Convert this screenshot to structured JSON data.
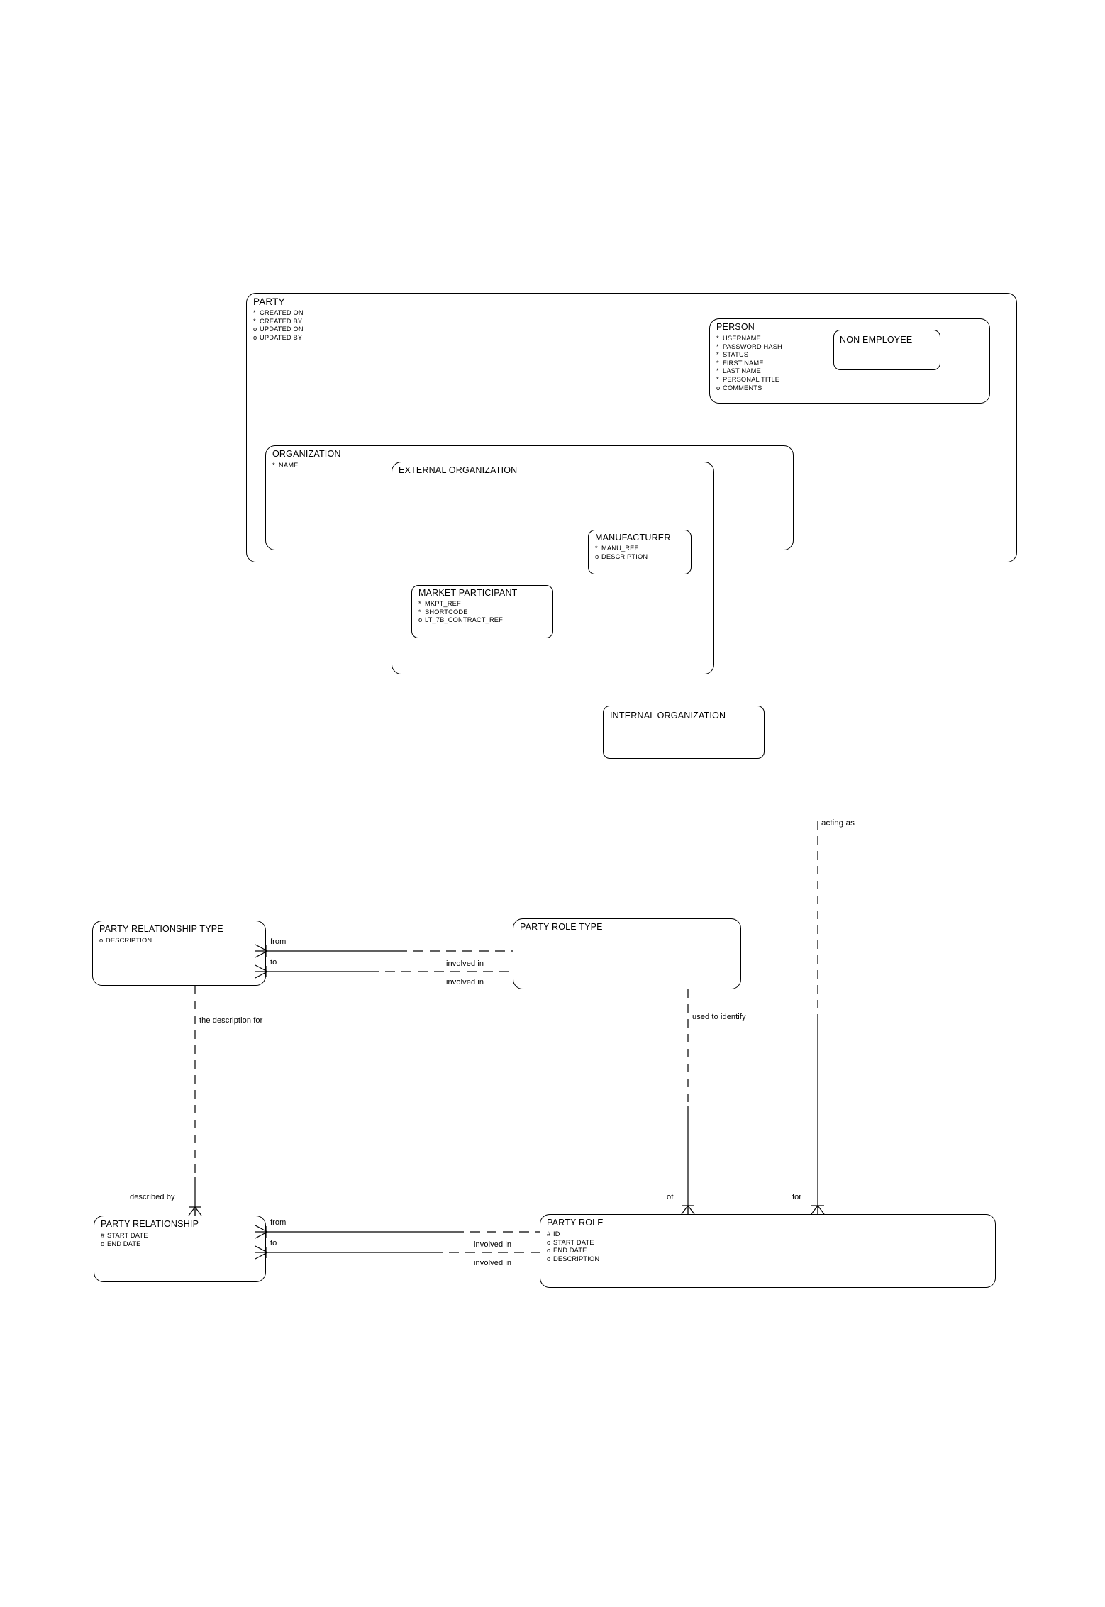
{
  "diagram": {
    "notation": "barker-erd",
    "entities": [
      {
        "id": "party",
        "name": "PARTY",
        "attributes": [
          {
            "marker": "*",
            "label": "CREATED ON"
          },
          {
            "marker": "*",
            "label": "CREATED BY"
          },
          {
            "marker": "o",
            "label": "UPDATED ON"
          },
          {
            "marker": "o",
            "label": "UPDATED BY"
          }
        ]
      },
      {
        "id": "person",
        "name": "PERSON",
        "attributes": [
          {
            "marker": "*",
            "label": "USERNAME"
          },
          {
            "marker": "*",
            "label": "PASSWORD HASH"
          },
          {
            "marker": "*",
            "label": "STATUS"
          },
          {
            "marker": "*",
            "label": "FIRST NAME"
          },
          {
            "marker": "*",
            "label": "LAST NAME"
          },
          {
            "marker": "*",
            "label": "PERSONAL TITLE"
          },
          {
            "marker": "o",
            "label": "COMMENTS"
          }
        ]
      },
      {
        "id": "non_employee",
        "name": "NON EMPLOYEE",
        "attributes": []
      },
      {
        "id": "organization",
        "name": "ORGANIZATION",
        "attributes": [
          {
            "marker": "*",
            "label": "NAME"
          }
        ]
      },
      {
        "id": "external_organization",
        "name": "EXTERNAL ORGANIZATION",
        "attributes": []
      },
      {
        "id": "manufacturer",
        "name": "MANUFACTURER",
        "attributes": [
          {
            "marker": "*",
            "label": "MANU_REF"
          },
          {
            "marker": "o",
            "label": "DESCRIPTION"
          }
        ]
      },
      {
        "id": "market_participant",
        "name": "MARKET PARTICIPANT",
        "attributes": [
          {
            "marker": "*",
            "label": "MKPT_REF"
          },
          {
            "marker": "*",
            "label": "SHORTCODE"
          },
          {
            "marker": "o",
            "label": "LT_7B_CONTRACT_REF"
          },
          {
            "marker": "",
            "label": "..."
          }
        ]
      },
      {
        "id": "internal_organization",
        "name": "INTERNAL ORGANIZATION",
        "attributes": []
      },
      {
        "id": "party_relationship_type",
        "name": "PARTY RELATIONSHIP TYPE",
        "attributes": [
          {
            "marker": "o",
            "label": "DESCRIPTION"
          }
        ]
      },
      {
        "id": "party_role_type",
        "name": "PARTY ROLE TYPE",
        "attributes": []
      },
      {
        "id": "party_relationship",
        "name": "PARTY RELATIONSHIP",
        "attributes": [
          {
            "marker": "#",
            "label": "START DATE"
          },
          {
            "marker": "o",
            "label": "END DATE"
          }
        ]
      },
      {
        "id": "party_role",
        "name": "PARTY ROLE",
        "attributes": [
          {
            "marker": "#",
            "label": "ID"
          },
          {
            "marker": "o",
            "label": "START DATE"
          },
          {
            "marker": "o",
            "label": "END DATE"
          },
          {
            "marker": "o",
            "label": "DESCRIPTION"
          }
        ]
      }
    ],
    "relationship_labels": {
      "acting_as": "acting as",
      "prt_from": "from",
      "prt_to": "to",
      "prt_involved_in_1": "involved in",
      "prt_involved_in_2": "involved in",
      "the_description_for": "the description for",
      "used_to_identify": "used to identify",
      "described_by": "described by",
      "of": "of",
      "for": "for",
      "pr_from": "from",
      "pr_to": "to",
      "pr_involved_in_1": "involved in",
      "pr_involved_in_2": "involved in"
    },
    "colors": {
      "line": "#000000",
      "background": "#ffffff",
      "text": "#000000"
    }
  }
}
